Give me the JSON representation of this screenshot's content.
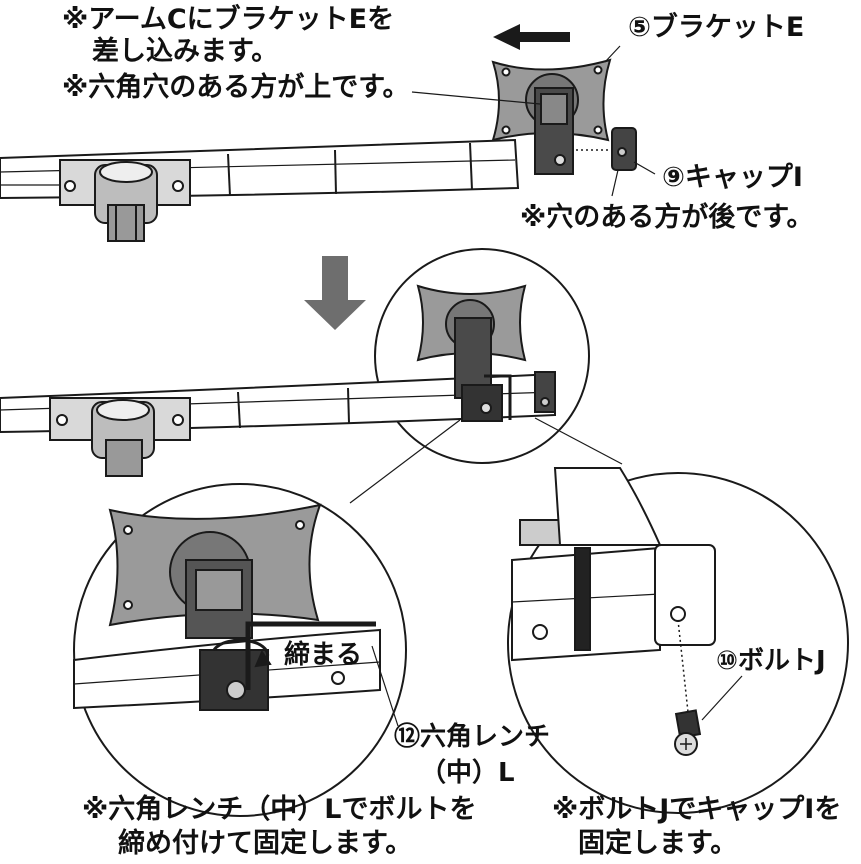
{
  "notes": {
    "arm_insert_line1": "※アームCにブラケットEを",
    "arm_insert_line2": "差し込みます。",
    "hole_up": "※六角穴のある方が上です。",
    "hole_back": "※穴のある方が後です。",
    "wrench_fix_line1": "※六角レンチ（中）Lでボルトを",
    "wrench_fix_line2": "締め付けて固定します。",
    "bolt_fix_line1": "※ボルトJでキャップIを",
    "bolt_fix_line2": "固定します。"
  },
  "parts": {
    "bracket_e": "⑤ブラケットE",
    "cap_i": "⑨キャップI",
    "bolt_j": "⑩ボルトJ",
    "wrench_l_line1": "⑫六角レンチ",
    "wrench_l_line2": "（中）L"
  },
  "actions": {
    "tighten": "締まる"
  },
  "colors": {
    "line": "#1a1a1a",
    "metal": "#8a8a8a",
    "metal_dark": "#555555",
    "arm_fill": "#ffffff",
    "arrow": "#6e6e6e"
  }
}
